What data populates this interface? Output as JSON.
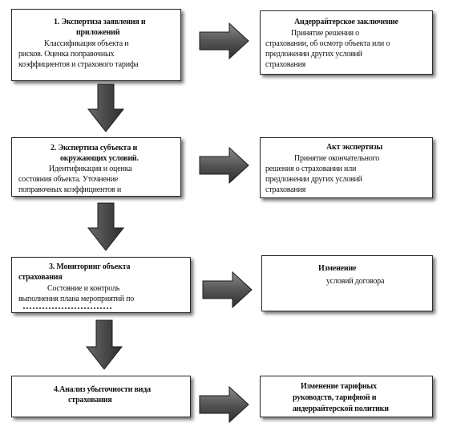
{
  "steps": [
    {
      "title_1": "1. Экспертиза заявления и",
      "title_2": "приложений",
      "body_1": "Классификация объекта и",
      "body_2": "рисков. Оценка поправочных",
      "body_3": "коэффициентов и страхового тарифа"
    },
    {
      "title_1": "2. Экспертиза субъекта и",
      "title_2": "окружающих условий.",
      "body_1": "Идентификация и оценка",
      "body_2": "состояния объекта. Уточнение",
      "body_3": "поправочных коэффициентов и"
    },
    {
      "title_1": "3. Мониторинг объекта",
      "title_2": "страхования",
      "body_1": "Состояние и контроль",
      "body_2": "выполнения плана мероприятий по"
    },
    {
      "title_1": "4.Анализ убыточности вида",
      "title_2": "страхования"
    }
  ],
  "results": [
    {
      "title": "Андеррайтерское заключение",
      "body_1": "Принятие решения о",
      "body_2": "страховании, об осмотр объекта или о",
      "body_3": "предложении других условий",
      "body_4": "страхования"
    },
    {
      "title": "Акт экспертизы",
      "body_1": "Принятие окончательного",
      "body_2": "решения о страховании или",
      "body_3": "предложении других условий",
      "body_4": "страхования"
    },
    {
      "title": "Изменение",
      "body_1": "условий договора"
    },
    {
      "title": "Изменение тарифных",
      "body_1": "руководств, тарифной и",
      "body_2": "андеррайтерской политики"
    }
  ]
}
